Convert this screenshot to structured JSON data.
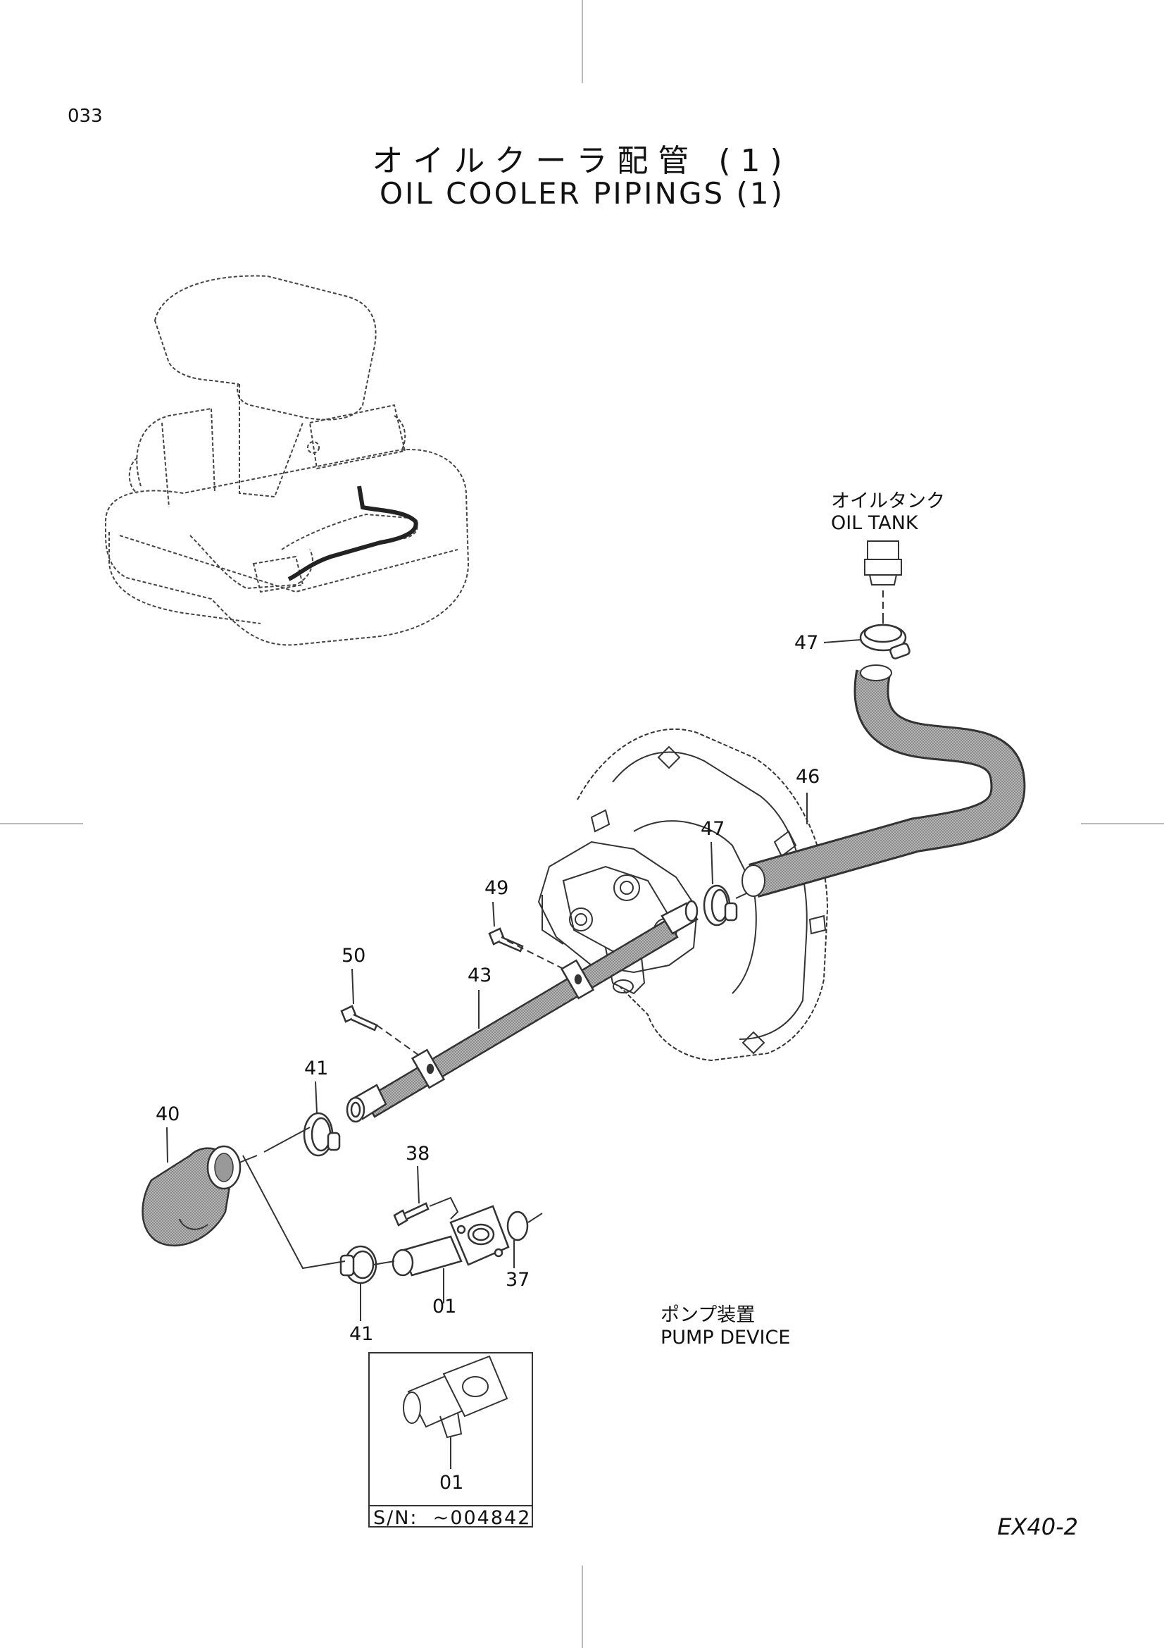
{
  "page_number": "033",
  "title_jp": "オイルクーラ配管 (1)",
  "title_en": "OIL COOLER PIPINGS (1)",
  "destinations": {
    "oil_tank_jp": "オイルタンク",
    "oil_tank_en": "OIL TANK",
    "pump_jp": "ポンプ装置",
    "pump_en": "PUMP DEVICE"
  },
  "callouts": [
    "47",
    "46",
    "47",
    "49",
    "50",
    "43",
    "41",
    "40",
    "38",
    "37",
    "01",
    "41",
    "01"
  ],
  "inset": {
    "callout": "01",
    "serial_note": "S/N:  ~004842"
  },
  "model_code": "EX40-2"
}
